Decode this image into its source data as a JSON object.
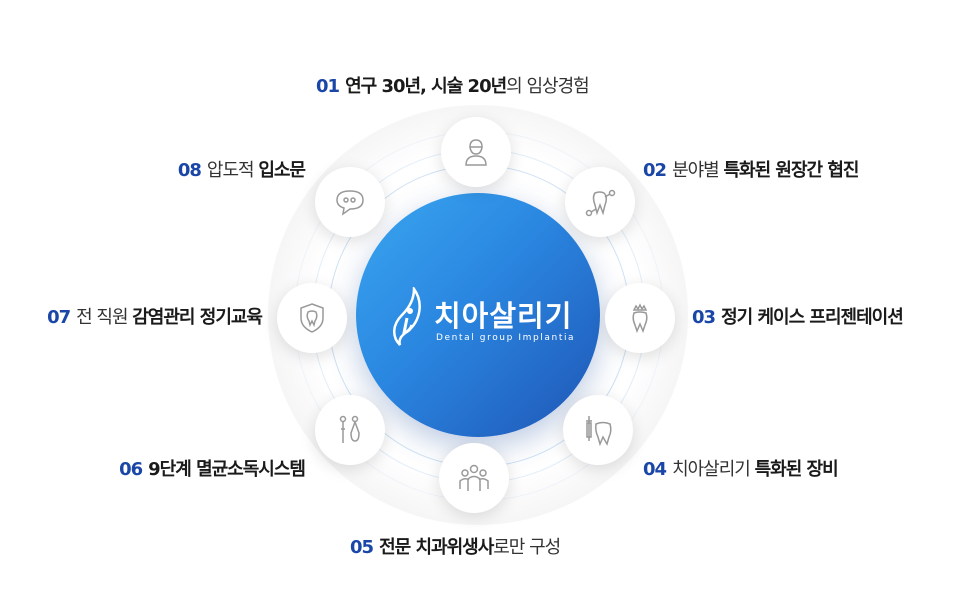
{
  "center": {
    "brand": "치아살리기",
    "subtitle": "Dental group Implantia"
  },
  "items": [
    {
      "num": "01",
      "bold": "연구 30년, 시술 20년",
      "normal": "의 임상경험",
      "icon": "dentist-icon"
    },
    {
      "num": "02",
      "normal": "분야별 ",
      "bold": "특화된 원장간 협진",
      "icon": "tooth-network-icon"
    },
    {
      "num": "03",
      "bold": "정기 케이스 프리젠테이션",
      "icon": "tooth-crown-icon"
    },
    {
      "num": "04",
      "normal": "치아살리기 ",
      "bold": "특화된 장비",
      "icon": "syringe-tooth-icon"
    },
    {
      "num": "05",
      "bold": "전문 치과위생사",
      "normal": "로만 구성",
      "icon": "team-icon"
    },
    {
      "num": "06",
      "bold": "9단계 멸균소독시스템",
      "icon": "dental-tools-icon"
    },
    {
      "num": "07",
      "normal": "전 직원 ",
      "bold": "감염관리 정기교육",
      "icon": "shield-tooth-icon"
    },
    {
      "num": "08",
      "normal": "압도적 ",
      "bold": "입소문",
      "icon": "speech-bubble-icon"
    }
  ],
  "colors": {
    "accent": "#1a46a8",
    "center_start": "#3aa6f0",
    "center_end": "#1f55b5"
  }
}
